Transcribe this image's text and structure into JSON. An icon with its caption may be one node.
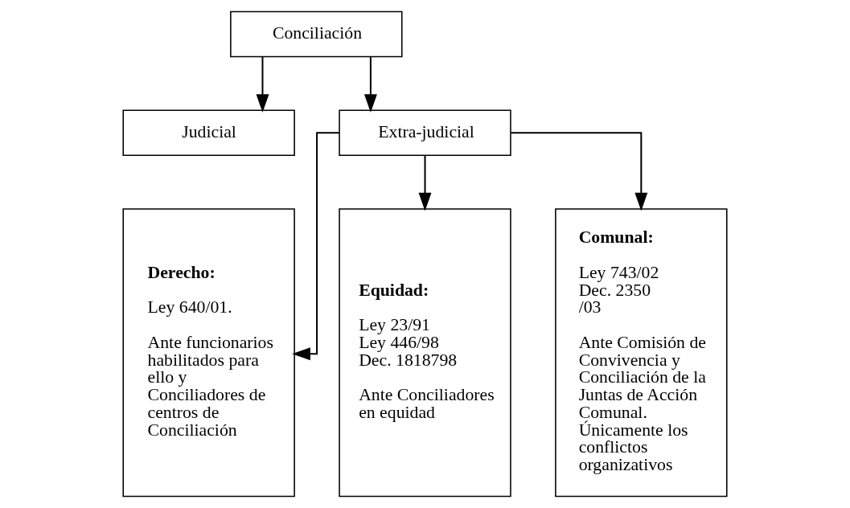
{
  "diagram": {
    "nodes": [
      {
        "text": [
          "Conciliación"
        ]
      },
      {
        "text": [
          "Judicial"
        ]
      },
      {
        "text": [
          "Extra-judicial"
        ]
      },
      {
        "text": [
          "Derecho:",
          "Ley 640/01.",
          "Ante funcionarios habilitados para ello y Conciliadores de centros de Conciliación"
        ]
      },
      {
        "text": [
          "Equidad:",
          "Ley 23/91 Ley 446/98 Dec. 1818798",
          "Ante Conciliadores en equidad"
        ]
      },
      {
        "text": [
          "Comunal:",
          "Ley 743/02 Dec. 2350 /03",
          "Ante Comisión de Convivencia y Conciliación de la Juntas de Acción Comunal. Únicamente los conflictos organizativos"
        ]
      }
    ],
    "edges": [
      {
        "from": 0,
        "to": 1,
        "arrow": "to"
      },
      {
        "from": 0,
        "to": 2,
        "arrow": "to"
      },
      {
        "from": 2,
        "to": 3,
        "arrow": "to"
      },
      {
        "from": 2,
        "to": 4,
        "arrow": "to"
      },
      {
        "from": 2,
        "to": 5,
        "arrow": "to"
      }
    ]
  }
}
